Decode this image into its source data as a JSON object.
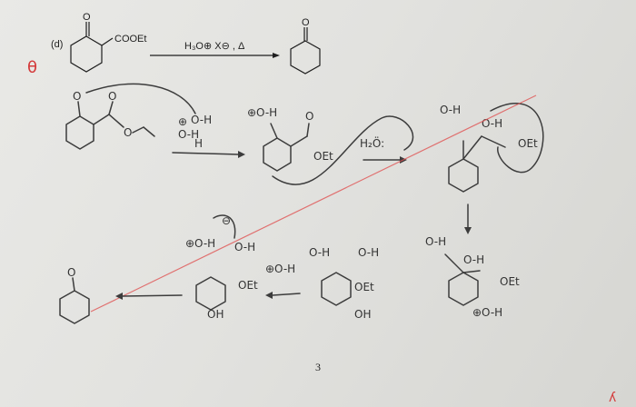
{
  "problem": {
    "label": "(d)",
    "substituent": "COOEt",
    "reagents": "H₃O⊕ X⊖ , Δ",
    "product_atom": "O"
  },
  "margin_symbol": "θ",
  "annotations": {
    "hplus": "⊕",
    "oh": "O-H",
    "h": "H",
    "oet": "OEt",
    "water": "H₂Ö:",
    "hook_h": "H",
    "hook_oh": "O-H",
    "ohh_top": "⊕O-H",
    "red_mark": "ʎ"
  },
  "page_number": "3"
}
